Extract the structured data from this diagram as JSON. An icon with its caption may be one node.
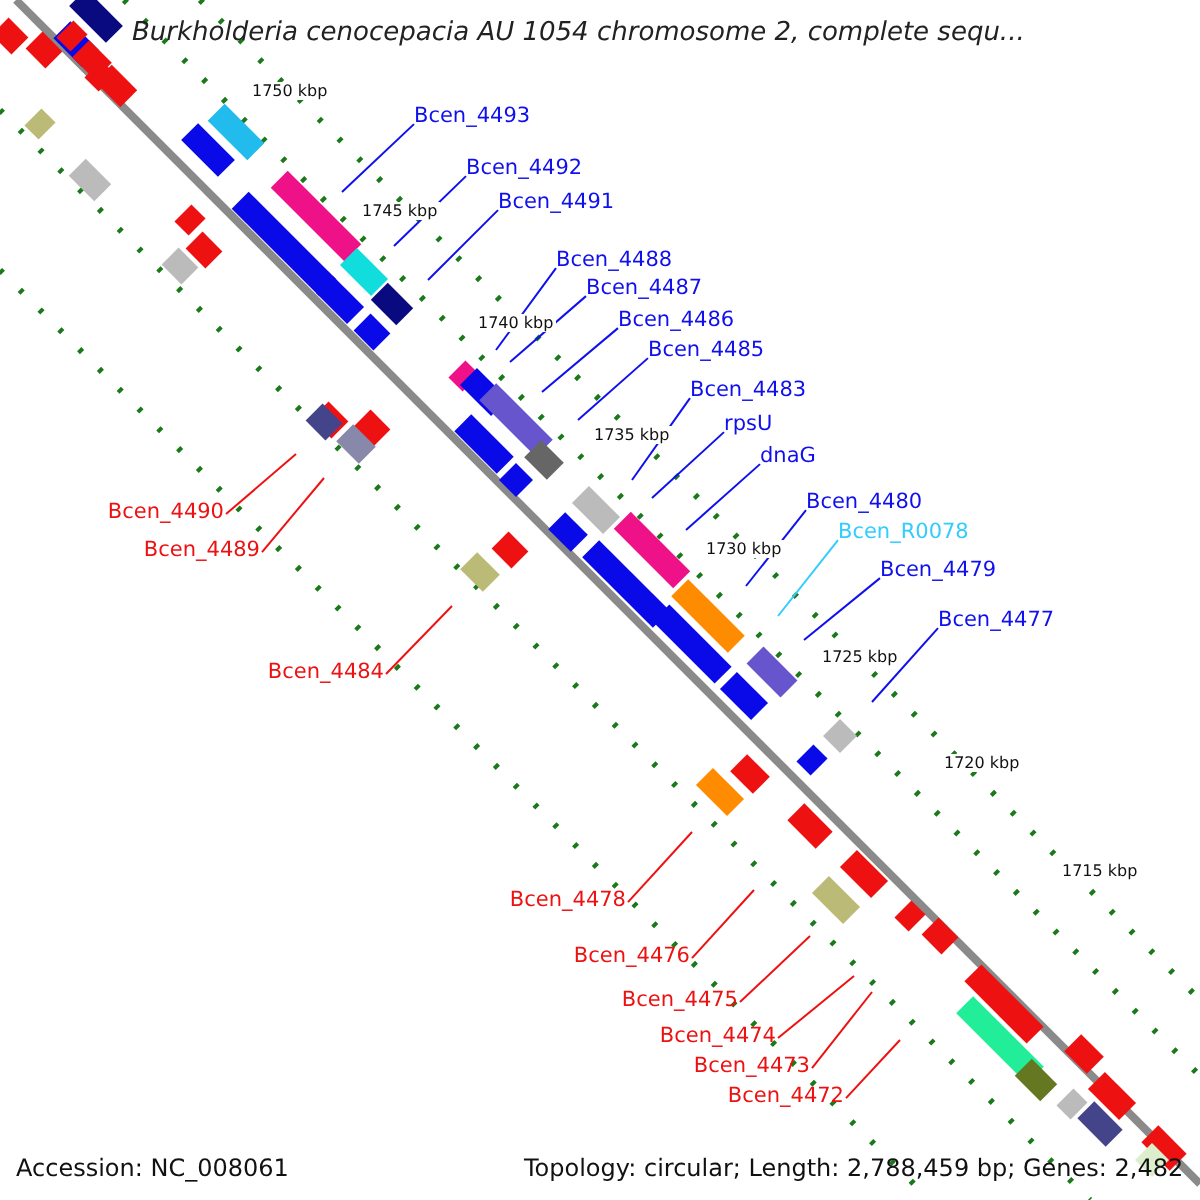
{
  "diagram": {
    "title": "Burkholderia cenocepacia AU 1054 chromosome 2, complete sequ...",
    "nodes": [
      {
        "text": [
          "Bcen_4493"
        ]
      },
      {
        "text": [
          "Bcen_4492"
        ]
      },
      {
        "text": [
          "Bcen_4491"
        ]
      },
      {
        "text": [
          "Bcen_4488"
        ]
      },
      {
        "text": [
          "Bcen_4487"
        ]
      },
      {
        "text": [
          "Bcen_4486"
        ]
      },
      {
        "text": [
          "Bcen_4485"
        ]
      },
      {
        "text": [
          "Bcen_4483"
        ]
      },
      {
        "text": [
          "rpsU"
        ]
      },
      {
        "text": [
          "dnaG"
        ]
      },
      {
        "text": [
          "Bcen_4480"
        ]
      },
      {
        "text": [
          "Bcen_R0078"
        ]
      },
      {
        "text": [
          "Bcen_4479"
        ]
      },
      {
        "text": [
          "Bcen_4477"
        ]
      },
      {
        "text": [
          "Bcen_4490"
        ]
      },
      {
        "text": [
          "Bcen_4489"
        ]
      },
      {
        "text": [
          "Bcen_4484"
        ]
      },
      {
        "text": [
          "Bcen_4478"
        ]
      },
      {
        "text": [
          "Bcen_4476"
        ]
      },
      {
        "text": [
          "Bcen_4475"
        ]
      },
      {
        "text": [
          "Bcen_4474"
        ]
      },
      {
        "text": [
          "Bcen_4473"
        ]
      },
      {
        "text": [
          "Bcen_4472"
        ]
      }
    ],
    "edges": [
      {
        "from": 0,
        "to": null,
        "arrow": "none"
      },
      {
        "from": 1,
        "to": null,
        "arrow": "none"
      },
      {
        "from": 2,
        "to": null,
        "arrow": "none"
      },
      {
        "from": 3,
        "to": null,
        "arrow": "none"
      },
      {
        "from": 4,
        "to": null,
        "arrow": "none"
      },
      {
        "from": 5,
        "to": null,
        "arrow": "none"
      },
      {
        "from": 6,
        "to": null,
        "arrow": "none"
      },
      {
        "from": 7,
        "to": null,
        "arrow": "none"
      },
      {
        "from": 8,
        "to": null,
        "arrow": "none"
      },
      {
        "from": 9,
        "to": null,
        "arrow": "none"
      },
      {
        "from": 10,
        "to": null,
        "arrow": "none"
      },
      {
        "from": 11,
        "to": null,
        "arrow": "none",
        "color": "#33ccff"
      },
      {
        "from": 12,
        "to": null,
        "arrow": "none"
      },
      {
        "from": 13,
        "to": null,
        "arrow": "none"
      },
      {
        "from": 14,
        "to": null,
        "arrow": "none",
        "color": "#ee1111"
      },
      {
        "from": 15,
        "to": null,
        "arrow": "none",
        "color": "#ee1111"
      },
      {
        "from": 16,
        "to": null,
        "arrow": "none",
        "color": "#ee1111"
      },
      {
        "from": 17,
        "to": null,
        "arrow": "none",
        "color": "#ee1111"
      },
      {
        "from": 18,
        "to": null,
        "arrow": "none",
        "color": "#ee1111"
      },
      {
        "from": 19,
        "to": null,
        "arrow": "none",
        "color": "#ee1111"
      },
      {
        "from": 20,
        "to": null,
        "arrow": "none",
        "color": "#ee1111"
      },
      {
        "from": 21,
        "to": null,
        "arrow": "none",
        "color": "#ee1111"
      },
      {
        "from": 22,
        "to": null,
        "arrow": "none",
        "color": "#ee1111"
      }
    ],
    "labels": [
      "1750 kbp",
      "1745 kbp",
      "1740 kbp",
      "1735 kbp",
      "1730 kbp",
      "1725 kbp",
      "1720 kbp",
      "1715 kbp",
      "Accession: NC_008061",
      "Topology: circular; Length: 2,788,459 bp; Genes: 2,482"
    ]
  }
}
